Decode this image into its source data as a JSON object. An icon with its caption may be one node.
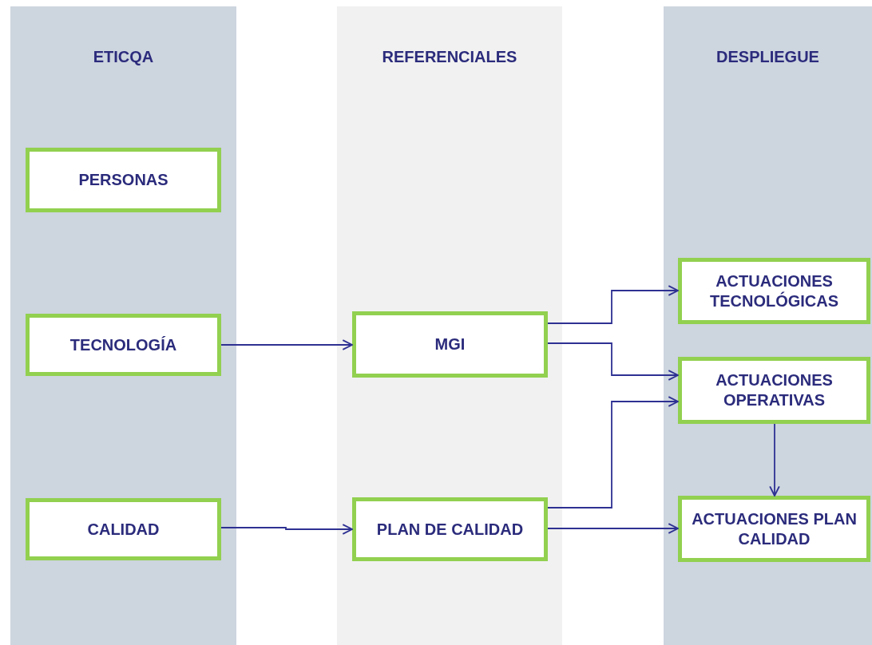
{
  "diagram": {
    "nodes": [
      {
        "text": [
          "ETICQA"
        ]
      },
      {
        "text": [
          "REFERENCIALES"
        ]
      },
      {
        "text": [
          "DESPLIEGUE"
        ]
      },
      {
        "text": [
          "PERSONAS"
        ],
        "in": 0
      },
      {
        "text": [
          "TECNOLOGÍA"
        ],
        "in": 0
      },
      {
        "text": [
          "CALIDAD"
        ],
        "in": 0
      },
      {
        "text": [
          "MGI"
        ],
        "in": 1
      },
      {
        "text": [
          "PLAN DE CALIDAD"
        ],
        "in": 1
      },
      {
        "text": [
          "ACTUACIONES TECNOLÓGICAS"
        ],
        "in": 2
      },
      {
        "text": [
          "ACTUACIONES OPERATIVAS"
        ],
        "in": 2
      },
      {
        "text": [
          "ACTUACIONES PLAN CALIDAD"
        ],
        "in": 2
      }
    ],
    "edges": [
      {
        "from": 4,
        "to": 6,
        "arrow": "to"
      },
      {
        "from": 5,
        "to": 7,
        "arrow": "to"
      },
      {
        "from": 6,
        "to": 8,
        "arrow": "to"
      },
      {
        "from": 6,
        "to": 9,
        "arrow": "to"
      },
      {
        "from": 7,
        "to": 9,
        "arrow": "to"
      },
      {
        "from": 7,
        "to": 10,
        "arrow": "to"
      },
      {
        "from": 9,
        "to": 10,
        "arrow": "to"
      }
    ]
  }
}
